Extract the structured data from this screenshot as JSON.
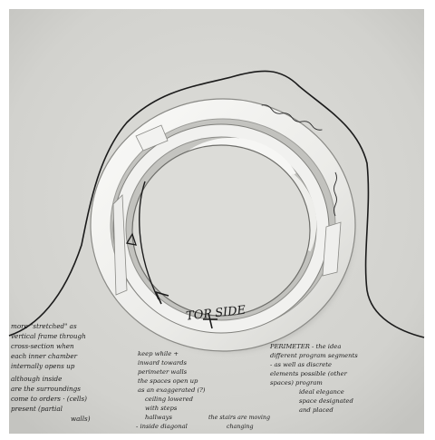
{
  "image": {
    "subject": "photo of a paper/card architectural model with concentric ring strips and handwritten annotations",
    "labels": {
      "center_note": "TOP SIDE"
    },
    "annotation_blocks": [
      {
        "name": "left-note",
        "lines": [
          "more \"stretched\" as",
          "vertical frame through",
          "cross-section when",
          "each inner chamber",
          "internally opens up",
          "although inside",
          "are the surroundings",
          "come to orders · (cells)",
          "present (partial",
          "walls)"
        ]
      },
      {
        "name": "middle-note",
        "lines": [
          "keep while +",
          "inward towards",
          "perimeter walls",
          "the spaces open up",
          "as an exaggerated (?)",
          "ceiling lowered",
          "with steps",
          "hallways",
          "- inside diagonal",
          "the stairs are moving",
          "changing"
        ]
      },
      {
        "name": "right-note",
        "lines": [
          "PERIMETER - the idea",
          "different program segments",
          "- as well as discrete",
          "elements possible (other",
          "spaces) program",
          "ideal elegance",
          "space designated",
          "and placed"
        ]
      }
    ],
    "colors": {
      "paper": "#d7d7d3",
      "paper_shadow": "#bfbfbb",
      "ink": "#1b1b1b",
      "card_white": "#f3f3f1",
      "card_edge": "#8a8a86"
    }
  }
}
